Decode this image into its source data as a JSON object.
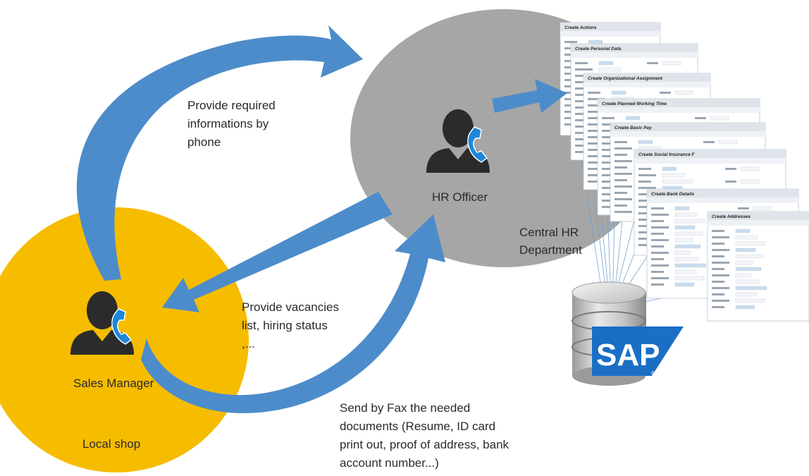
{
  "colors": {
    "shop_circle": "#F6BC00",
    "hr_circle": "#A6A6A6",
    "arrow": "#4D8CCA",
    "person": "#2B2B2B",
    "phone": "#1E87D9",
    "sap_blue": "#1A6FC4"
  },
  "labels": {
    "hr_officer": "HR Officer",
    "central_hr_line1": "Central HR",
    "central_hr_line2": "Department",
    "sales_manager": "Sales Manager",
    "local_shop": "Local shop",
    "sap_logo": "SAP"
  },
  "flows": {
    "phone_info": [
      "Provide required",
      "informations by",
      "phone"
    ],
    "vacancies": [
      "Provide vacancies",
      "list, hiring status",
      ",..."
    ],
    "fax": [
      "Send by Fax the needed",
      "documents (Resume, ID card",
      "print out, proof of address, bank",
      "account number...)"
    ]
  },
  "icons": {
    "hr_person": "person-with-phone-icon",
    "sales_person": "person-with-phone-icon",
    "database": "database-icon"
  },
  "sap_windows": [
    {
      "title": "Create Actions"
    },
    {
      "title": "Create Personal Data"
    },
    {
      "title": "Create Organizational Assignment"
    },
    {
      "title": "Create Planned Working Time"
    },
    {
      "title": "Create Basic Pay"
    },
    {
      "title": "Create Social Insurance F"
    },
    {
      "title": "Create Bank Details"
    },
    {
      "title": "Create Addresses"
    }
  ]
}
